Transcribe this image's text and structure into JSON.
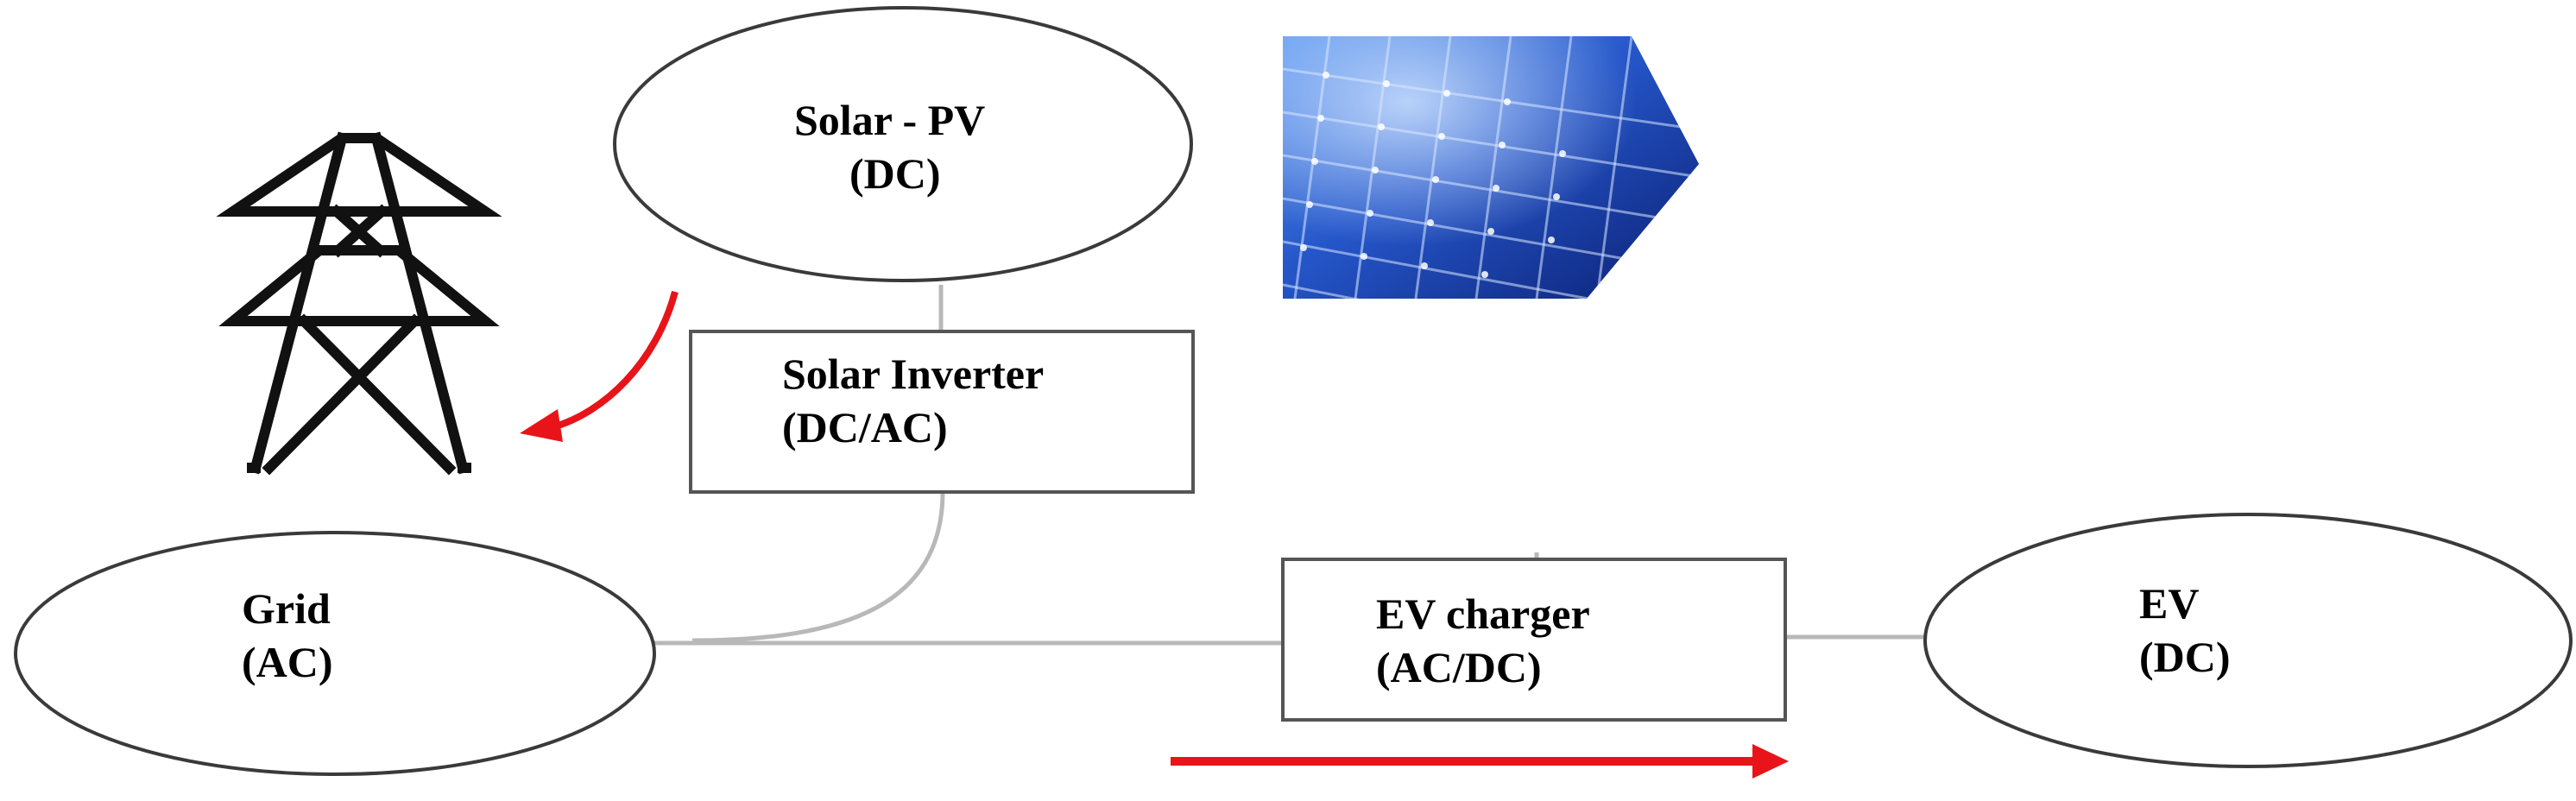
{
  "nodes": {
    "solar_pv": {
      "line1": "Solar - PV",
      "line2": "(DC)"
    },
    "solar_inverter": {
      "line1": "Solar Inverter",
      "line2": "(DC/AC)"
    },
    "grid": {
      "line1": "Grid",
      "line2": "(AC)"
    },
    "ev_charger": {
      "line1": "EV charger",
      "line2": "(AC/DC)"
    },
    "ev": {
      "line1": "EV",
      "line2": "(DC)"
    }
  },
  "colors": {
    "power_flow_arrow": "#e8141a",
    "connector": "#b5b5b5",
    "outline": "#333333",
    "panel_dark": "#0d2a8c",
    "panel_light": "#4f8cf0"
  },
  "icons": {
    "transmission_tower": "transmission-tower-icon",
    "solar_panel": "solar-panel-image"
  }
}
